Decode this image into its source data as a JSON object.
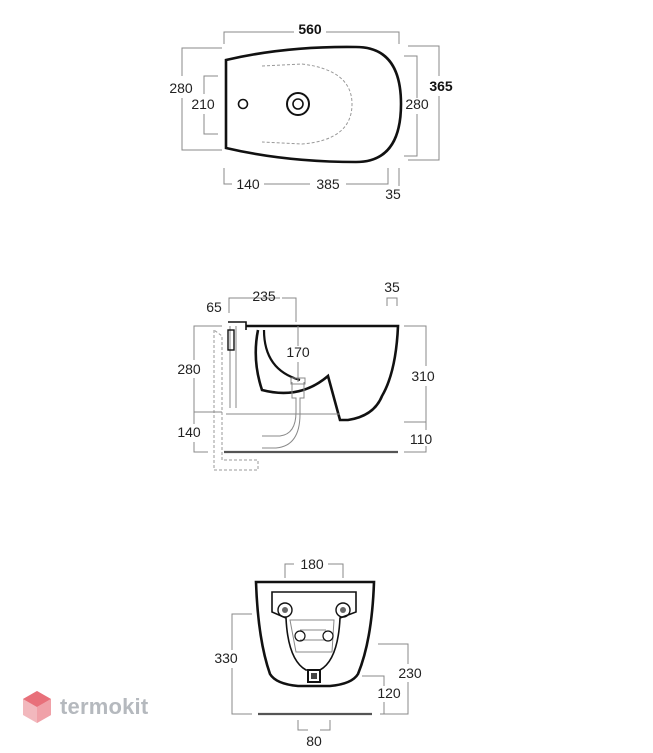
{
  "top_view": {
    "overall_length": "560",
    "overall_width": "365",
    "width_left": "280",
    "tap_spacing": "210",
    "width_right": "280",
    "front_offset": "140",
    "mid_length": "385",
    "rear_offset": "35"
  },
  "side_view": {
    "rim_back": "65",
    "rim_depth": "235",
    "rim_lip": "35",
    "drain_depth": "170",
    "fix_height": "280",
    "bowl_height": "310",
    "floor_fix": "140",
    "floor_clear": "110"
  },
  "rear_view": {
    "fixing_spacing": "180",
    "height_total": "330",
    "height_upper": "230",
    "height_lower": "120",
    "outlet_width": "80"
  },
  "watermark": {
    "text": "termokit",
    "color": "#e8707a"
  }
}
